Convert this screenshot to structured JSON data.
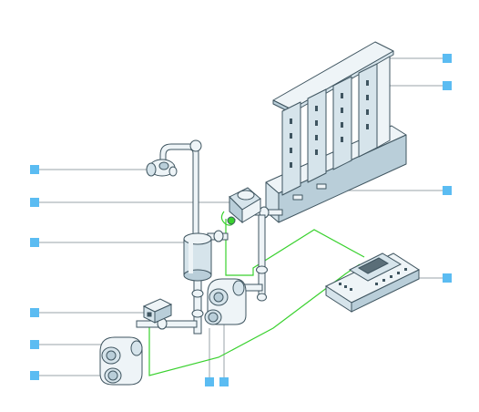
{
  "colors": {
    "marker": "#5bbcf2",
    "leader": "#9aa3a8",
    "wire": "#39d12e",
    "outline": "#3f5560",
    "fill_light": "#eef4f7",
    "fill_mid": "#d6e4eb",
    "fill_dark": "#b9ced9"
  },
  "labels": {
    "left": [
      "callout-marker-1",
      "callout-marker-2",
      "callout-marker-3",
      "callout-marker-4",
      "callout-marker-5",
      "callout-marker-6"
    ],
    "right": [
      "callout-marker-7",
      "callout-marker-8",
      "callout-marker-9",
      "callout-marker-10"
    ],
    "bottom": [
      "callout-marker-11",
      "callout-marker-12"
    ]
  }
}
